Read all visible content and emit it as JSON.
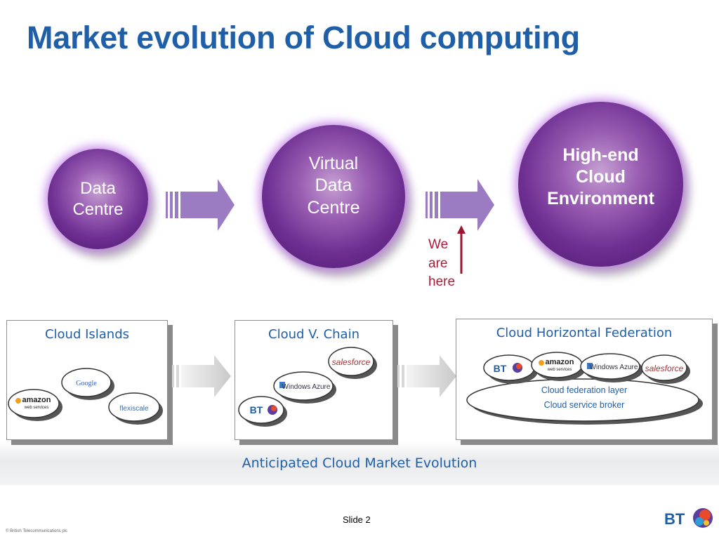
{
  "title": "Market evolution of Cloud computing",
  "stages": [
    {
      "lines": [
        "Data",
        "Centre"
      ]
    },
    {
      "lines": [
        "Virtual",
        "Data",
        "Centre"
      ]
    },
    {
      "lines": [
        "High-end",
        "Cloud",
        "Environment"
      ]
    }
  ],
  "marker": {
    "lines": [
      "We",
      "are",
      "here"
    ]
  },
  "panels": [
    {
      "title": "Cloud Islands",
      "clouds": [
        "Google",
        "amazon",
        "web services",
        "flexiscale"
      ]
    },
    {
      "title": "Cloud V. Chain",
      "clouds": [
        "salesforce",
        "Windows Azure",
        "BT"
      ]
    },
    {
      "title": "Cloud Horizontal Federation",
      "clouds": [
        "BT",
        "amazon",
        "web services",
        "Windows Azure",
        "salesforce"
      ],
      "layer_lines": [
        "Cloud federation layer",
        "Cloud  service broker"
      ]
    }
  ],
  "footer_title": "Anticipated Cloud Market Evolution",
  "slide_label": "Slide 2",
  "copyright": "© British Telecommunications plc",
  "brand_logo": "BT",
  "colors": {
    "title": "#1f5fa8",
    "stage_purple": "#6e2f92",
    "marker_red": "#b01a3a"
  }
}
